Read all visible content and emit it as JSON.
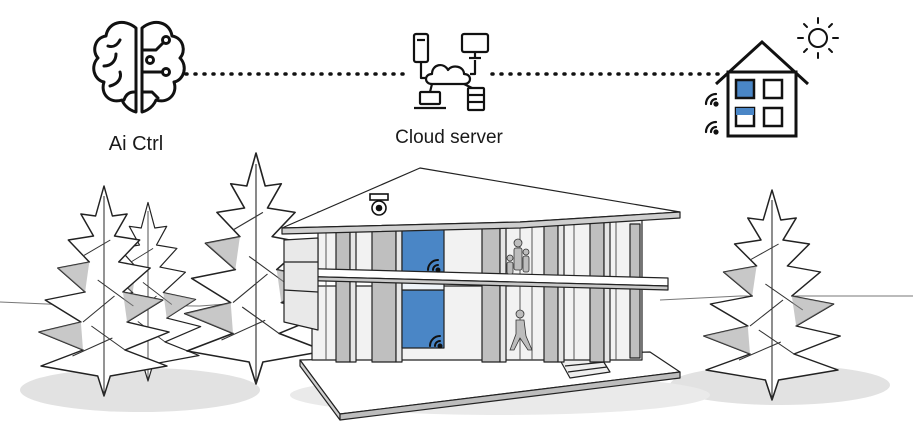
{
  "nodes": {
    "ai": {
      "label": "Ai Ctrl",
      "icon": "brain-circuit-icon"
    },
    "cloud": {
      "label": "Cloud server",
      "icon": "cloud-network-icon"
    },
    "home": {
      "label": "",
      "icon": "smart-house-icon"
    }
  },
  "connections": [
    {
      "from": "ai",
      "to": "cloud",
      "style": "dotted"
    },
    {
      "from": "cloud",
      "to": "home",
      "style": "dotted"
    }
  ],
  "colors": {
    "accent": "#4a86c6",
    "line": "#111111",
    "shadow": "#d9d9d9"
  }
}
